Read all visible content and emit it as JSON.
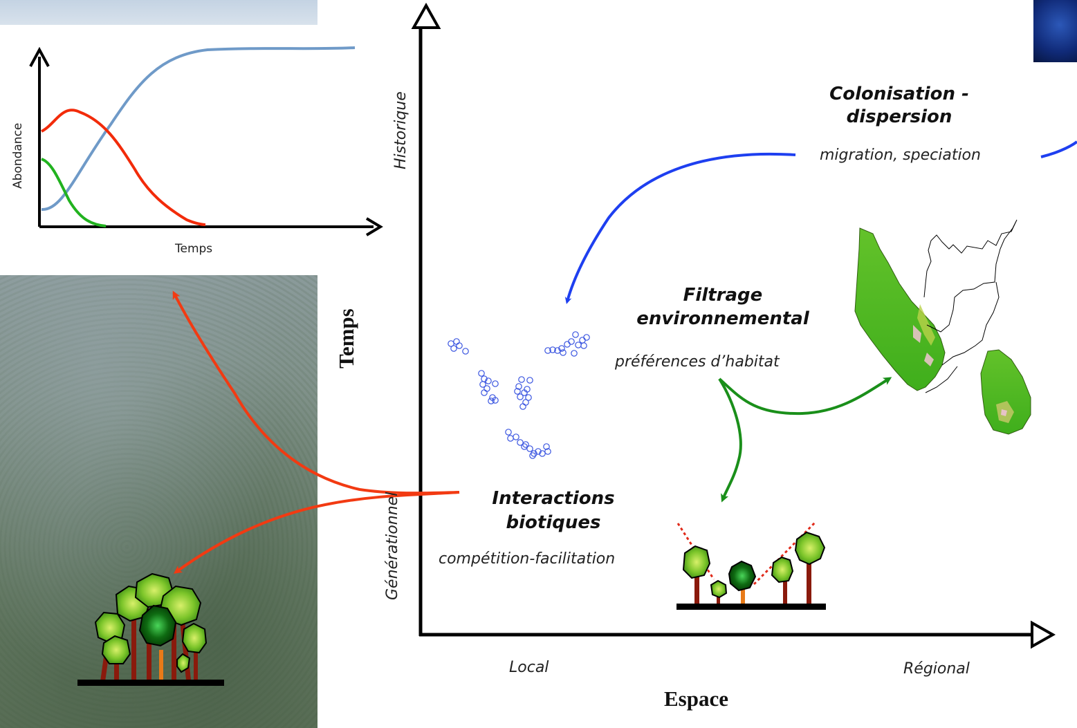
{
  "inset_chart": {
    "ylabel": "Abondance",
    "xlabel": "Temps"
  },
  "axes": {
    "y_title": "Temps",
    "x_title": "Espace",
    "y_top_label": "Historique",
    "y_bottom_label": "Générationnel",
    "x_left_label": "Local",
    "x_right_label": "Régional"
  },
  "processes": {
    "colonisation": {
      "title": "Colonisation - dispersion",
      "subtitle": "migration, speciation"
    },
    "filtrage": {
      "title": "Filtrage environnemental",
      "subtitle": "préférences d’habitat"
    },
    "interactions": {
      "title": "Interactions biotiques",
      "subtitle": "compétition-facilitation"
    }
  },
  "colors": {
    "blue": "#1e3ff0",
    "green": "#1a8f1a",
    "red": "#f23a12",
    "inset_blue": "#6f9ac8",
    "inset_red": "#f22b0a",
    "inset_green": "#21b21f"
  }
}
